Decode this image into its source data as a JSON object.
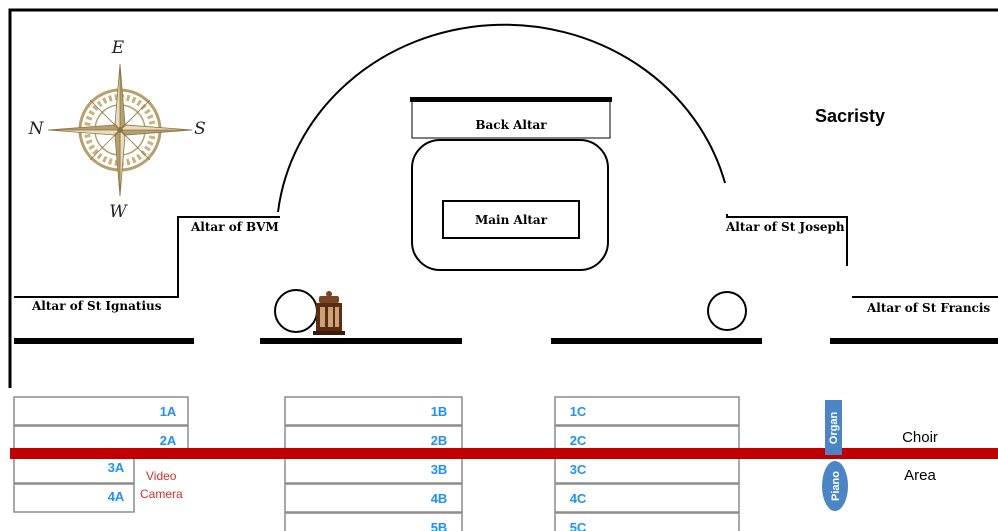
{
  "compass": {
    "north": "N",
    "east": "E",
    "south": "S",
    "west": "W"
  },
  "rooms": {
    "sacristy": "Sacristy",
    "back_altar": "Back Altar",
    "main_altar": "Main Altar",
    "altar_bvm": "Altar of BVM",
    "altar_st_joseph": "Altar of St Joseph",
    "altar_st_ignatius": "Altar of St Ignatius",
    "altar_st_francis": "Altar of St Francis"
  },
  "pews": {
    "left": [
      "1A",
      "2A",
      "3A",
      "4A"
    ],
    "center": [
      "1B",
      "2B",
      "3B",
      "4B",
      "5B"
    ],
    "right": [
      "1C",
      "2C",
      "3C",
      "4C",
      "5C"
    ]
  },
  "annotations": {
    "video": "Video",
    "camera": "Camera",
    "choir": "Choir",
    "area": "Area",
    "organ": "Organ",
    "piano": "Piano"
  },
  "colors": {
    "pew_label": "#1e90ff",
    "camera_text": "#d32f2f",
    "red_band": "#c00000",
    "instrument_fill": "#4a86c5",
    "compass_gold": "#b8a06a",
    "lamp_brown": "#6d3a1c"
  }
}
